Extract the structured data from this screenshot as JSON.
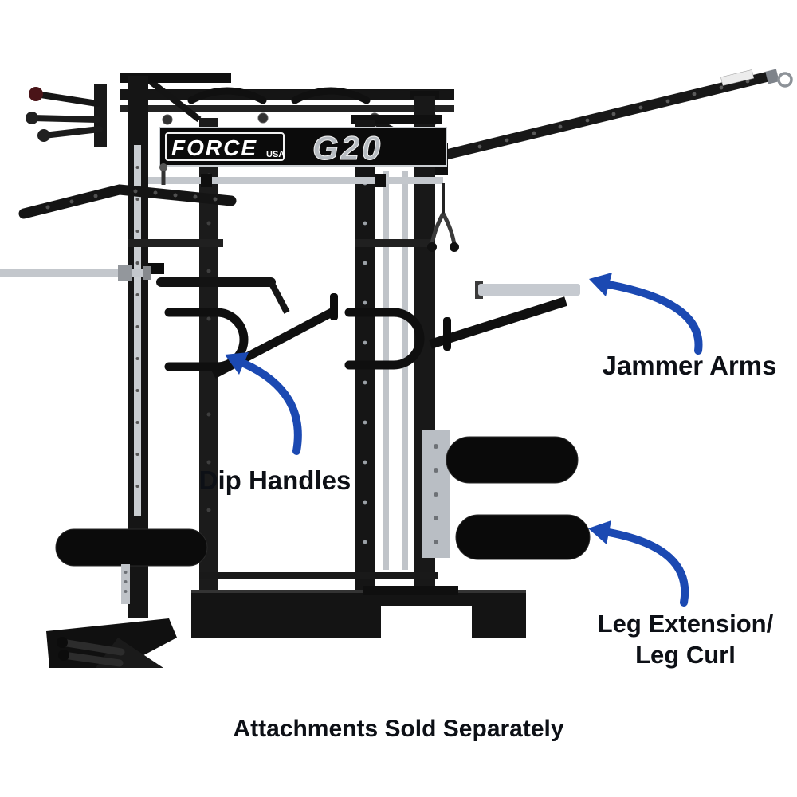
{
  "product": {
    "brand": "FORCE",
    "brand_suffix": "USA",
    "model": "G20"
  },
  "callouts": {
    "jammer_arms": "Jammer Arms",
    "dip_handles": "Dip Handles",
    "leg_extension_line1": "Leg Extension/",
    "leg_extension_line2": "Leg Curl"
  },
  "caption": "Attachments Sold Separately",
  "colors": {
    "arrow_blue": "#1b49b2",
    "label_text": "#0d1016",
    "background": "#ffffff",
    "frame_dark": "#151515",
    "chrome": "#c3c7cc"
  }
}
